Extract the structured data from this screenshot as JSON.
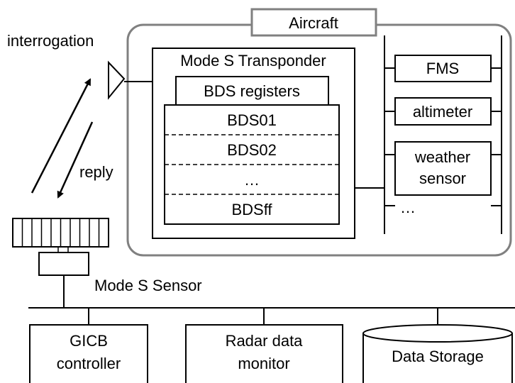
{
  "labels": {
    "interrogation": "interrogation",
    "reply": "reply",
    "mode_s_sensor": "Mode S Sensor"
  },
  "aircraft": {
    "title": "Aircraft",
    "transponder": {
      "title": "Mode S Transponder",
      "bds_header": "BDS registers",
      "registers": [
        "BDS01",
        "BDS02",
        "…",
        "BDSff"
      ]
    },
    "avionics": {
      "fms": "FMS",
      "altimeter": "altimeter",
      "weather_sensor_line1": "weather",
      "weather_sensor_line2": "sensor",
      "more": "…"
    }
  },
  "ground": {
    "gicb_line1": "GICB",
    "gicb_line2": "controller",
    "radar_line1": "Radar data",
    "radar_line2": "monitor",
    "storage": "Data Storage"
  },
  "colors": {
    "stroke": "#000000",
    "aircraft_border": "#808080",
    "background": "#ffffff"
  }
}
